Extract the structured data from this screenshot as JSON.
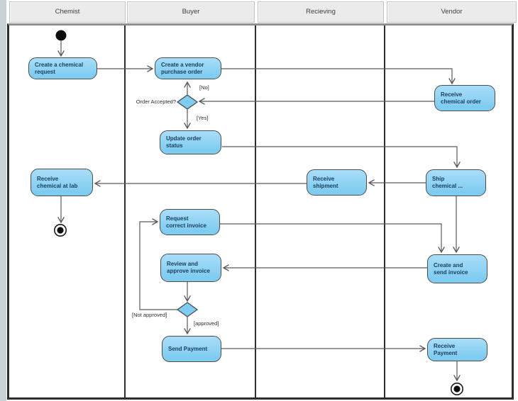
{
  "diagram": {
    "type": "uml-activity-swimlane",
    "lanes": [
      {
        "label": "Chemist"
      },
      {
        "label": "Buyer"
      },
      {
        "label": "Recieving"
      },
      {
        "label": "Vendor"
      }
    ],
    "nodes": {
      "create_chemical_request": {
        "label": "Create a chemical\nrequest",
        "lane": "Chemist"
      },
      "create_vendor_po": {
        "label": "Create a vendor\npurchase order",
        "lane": "Buyer"
      },
      "receive_chemical_order": {
        "label": "Receive\nchemical order",
        "lane": "Vendor"
      },
      "update_order_status": {
        "label": "Update order\nstatus",
        "lane": "Buyer"
      },
      "receive_chemical_at_lab": {
        "label": "Receive\nchemical at lab",
        "lane": "Chemist"
      },
      "receive_shipment": {
        "label": "Receive\nshipment",
        "lane": "Recieving"
      },
      "ship_chemical": {
        "label": "Ship\nchemical ...",
        "lane": "Vendor"
      },
      "request_correct_invoice": {
        "label": "Request\ncorrect invoice",
        "lane": "Buyer"
      },
      "review_approve_invoice": {
        "label": "Review and\napprove invoice",
        "lane": "Buyer"
      },
      "create_send_invoice": {
        "label": "Create and\nsend invoice",
        "lane": "Vendor"
      },
      "send_payment": {
        "label": "Send Payment",
        "lane": "Buyer"
      },
      "receive_payment": {
        "label": "Receive\nPayment",
        "lane": "Vendor"
      }
    },
    "decision_labels": {
      "order_accepted": "Order Accepted?"
    },
    "edge_labels": {
      "no": "[No]",
      "yes": "[Yes]",
      "not_approved": "[Not approved]",
      "approved": "[approved]"
    },
    "symbols": {
      "initial_node": "initial-node (filled circle, Chemist lane)",
      "final_node_chemist": "activity-final-node (Chemist lane)",
      "final_node_vendor": "activity-final-node (Vendor lane)"
    },
    "colors": {
      "activity_fill": "#7fccf1",
      "activity_fill_top": "#a9def8",
      "activity_border": "#4d4d4d",
      "activity_text": "#1b3f60",
      "lane_header_bg": "#ebebeb",
      "lane_header_text": "#3f3f3f",
      "lane_border": "#2d2d2d",
      "edge": "#5a5a5a",
      "canvas_bg": "#ffffff",
      "page_margin": "#ccd1d5"
    }
  }
}
